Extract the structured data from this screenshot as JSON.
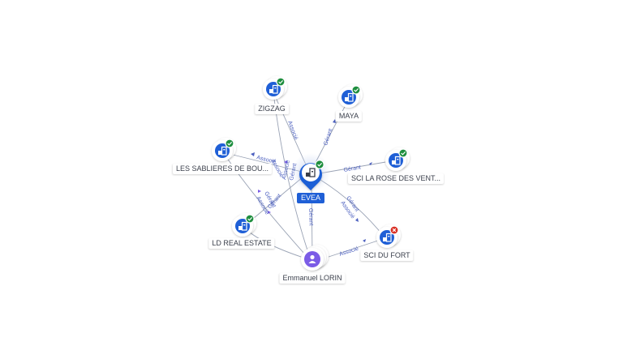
{
  "graph": {
    "center": {
      "label": "EVEA",
      "status": "active",
      "icon": "building-icon"
    },
    "companies": [
      {
        "id": "zigzag",
        "label": "ZIGZAG",
        "status": "active",
        "icon": "building-icon"
      },
      {
        "id": "maya",
        "label": "MAYA",
        "status": "active",
        "icon": "building-icon"
      },
      {
        "id": "sablieres",
        "label": "LES SABLIERES DE BOU...",
        "status": "active",
        "icon": "building-icon"
      },
      {
        "id": "larose",
        "label": "SCI LA ROSE DES VENT...",
        "status": "active",
        "icon": "building-icon"
      },
      {
        "id": "ldreal",
        "label": "LD REAL ESTATE",
        "status": "active",
        "icon": "building-icon"
      },
      {
        "id": "dufort",
        "label": "SCI DU FORT",
        "status": "closed",
        "icon": "building-icon"
      }
    ],
    "person": {
      "id": "lorin",
      "label": "Emmanuel LORIN",
      "icon": "person-icon"
    },
    "edge_labels": [
      "Associé",
      "Gérant",
      "Associé",
      "Gérant",
      "Gérant",
      "Associé",
      "Gérant",
      "Associé",
      "Gérant",
      "Associé",
      "Gérant",
      "Associé",
      "Gérant",
      "Associé"
    ]
  },
  "colors": {
    "company_blue": "#1f5fd6",
    "person_purple": "#7b5ce6",
    "active_green": "#1e8e3e",
    "closed_red": "#d93025",
    "edge_gray": "#9aa3b5",
    "label_blue": "#4b5fbf"
  }
}
